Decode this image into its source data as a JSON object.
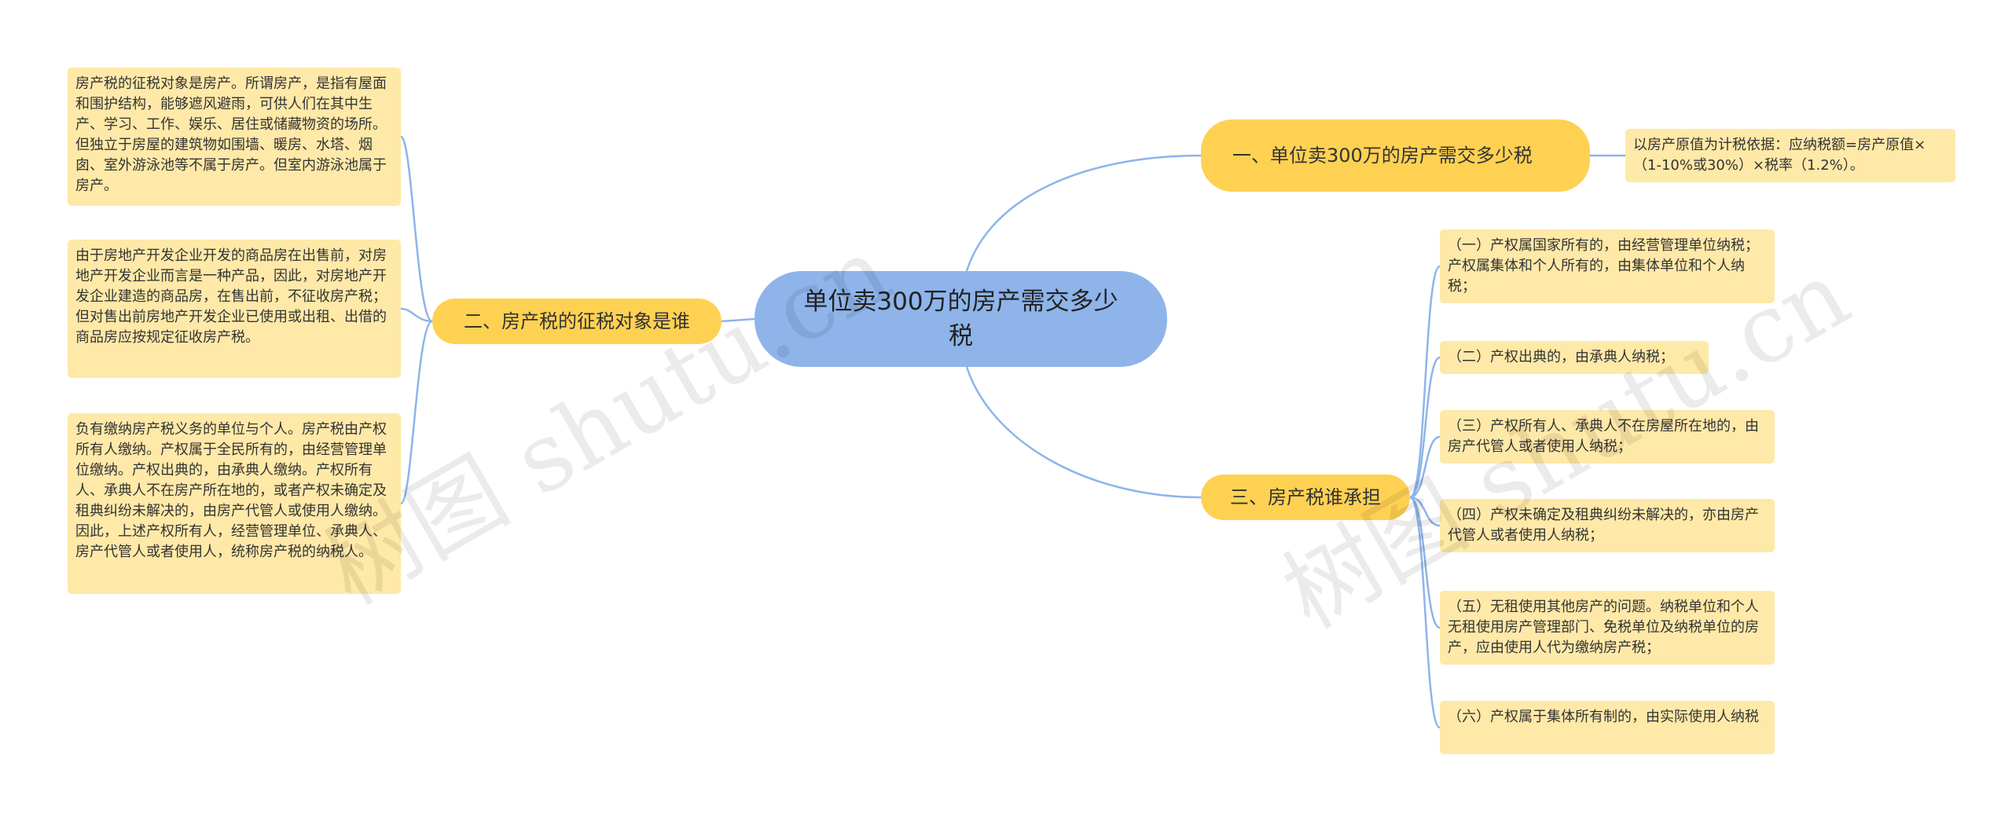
{
  "center": {
    "label": "单位卖300万的房产需交多少税"
  },
  "branches": [
    {
      "label": "一、单位卖300万的房产需交多少税",
      "leaves": [
        "以房产原值为计税依据：应纳税额=房产原值×（1-10%或30%）×税率（1.2%）。"
      ]
    },
    {
      "label": "二、房产税的征税对象是谁",
      "leaves": [
        "房产税的征税对象是房产。所谓房产，是指有屋面和围护结构，能够遮风避雨，可供人们在其中生产、学习、工作、娱乐、居住或储藏物资的场所。但独立于房屋的建筑物如围墙、暖房、水塔、烟囱、室外游泳池等不属于房产。但室内游泳池属于房产。",
        "由于房地产开发企业开发的商品房在出售前，对房地产开发企业而言是一种产品，因此，对房地产开发企业建造的商品房，在售出前，不征收房产税；但对售出前房地产开发企业已使用或出租、出借的商品房应按规定征收房产税。",
        "负有缴纳房产税义务的单位与个人。房产税由产权所有人缴纳。产权属于全民所有的，由经营管理单位缴纳。产权出典的，由承典人缴纳。产权所有人、承典人不在房产所在地的，或者产权未确定及租典纠纷未解决的，由房产代管人或使用人缴纳。因此，上述产权所有人，经营管理单位、承典人、房产代管人或者使用人，统称房产税的纳税人。"
      ]
    },
    {
      "label": "三、房产税谁承担",
      "leaves": [
        "（一）产权属国家所有的，由经营管理单位纳税；产权属集体和个人所有的，由集体单位和个人纳税；",
        "（二）产权出典的，由承典人纳税；",
        "（三）产权所有人、承典人不在房屋所在地的，由房产代管人或者使用人纳税；",
        "（四）产权未确定及租典纠纷未解决的，亦由房产代管人或者使用人纳税；",
        "（五）无租使用其他房产的问题。纳税单位和个人无租使用房产管理部门、免税单位及纳税单位的房产，应由使用人代为缴纳房产税；",
        "（六）产权属于集体所有制的，由实际使用人纳税"
      ]
    }
  ],
  "watermark": "树图 shutu.cn",
  "colors": {
    "center_fill": "#8EB4EA",
    "branch_fill": "#FFD152",
    "leaf_fill": "#FFE9A8",
    "link_stroke": "#8EB4EA"
  }
}
